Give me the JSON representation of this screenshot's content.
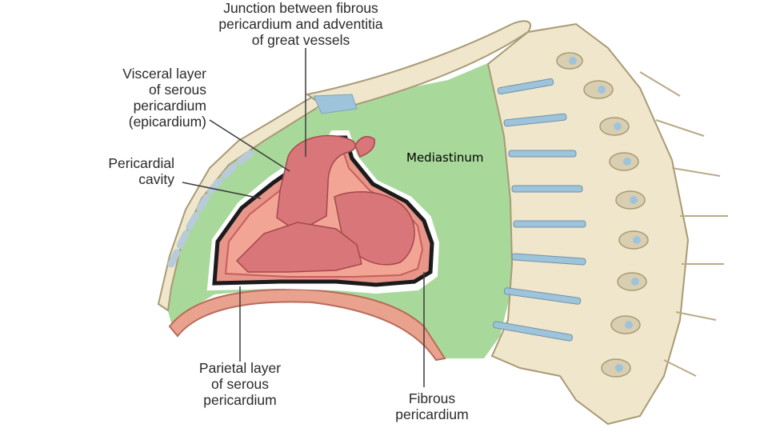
{
  "labels": {
    "junction": [
      "Junction between fibrous",
      "pericardium and adventitia",
      "of great vessels"
    ],
    "visceral": [
      "Visceral layer",
      "of serous",
      "pericardium",
      "(epicardium)"
    ],
    "cavity": [
      "Pericardial",
      "cavity"
    ],
    "parietal": [
      "Parietal layer",
      "of serous",
      "pericardium"
    ],
    "fibrous": [
      "Fibrous",
      "pericardium"
    ],
    "mediastinum": "Mediastinum"
  },
  "colors": {
    "mediastinum_fill": "#a8d99a",
    "bone": "#efe6cc",
    "bone_shadow": "#cbbf9c",
    "disc": "#9ec4dc",
    "fibrous_layer": "#1b1b1b",
    "parietal_layer": "#e8958a",
    "heart_fill": "#d8767a",
    "diaphragm": "#e8a28e"
  }
}
